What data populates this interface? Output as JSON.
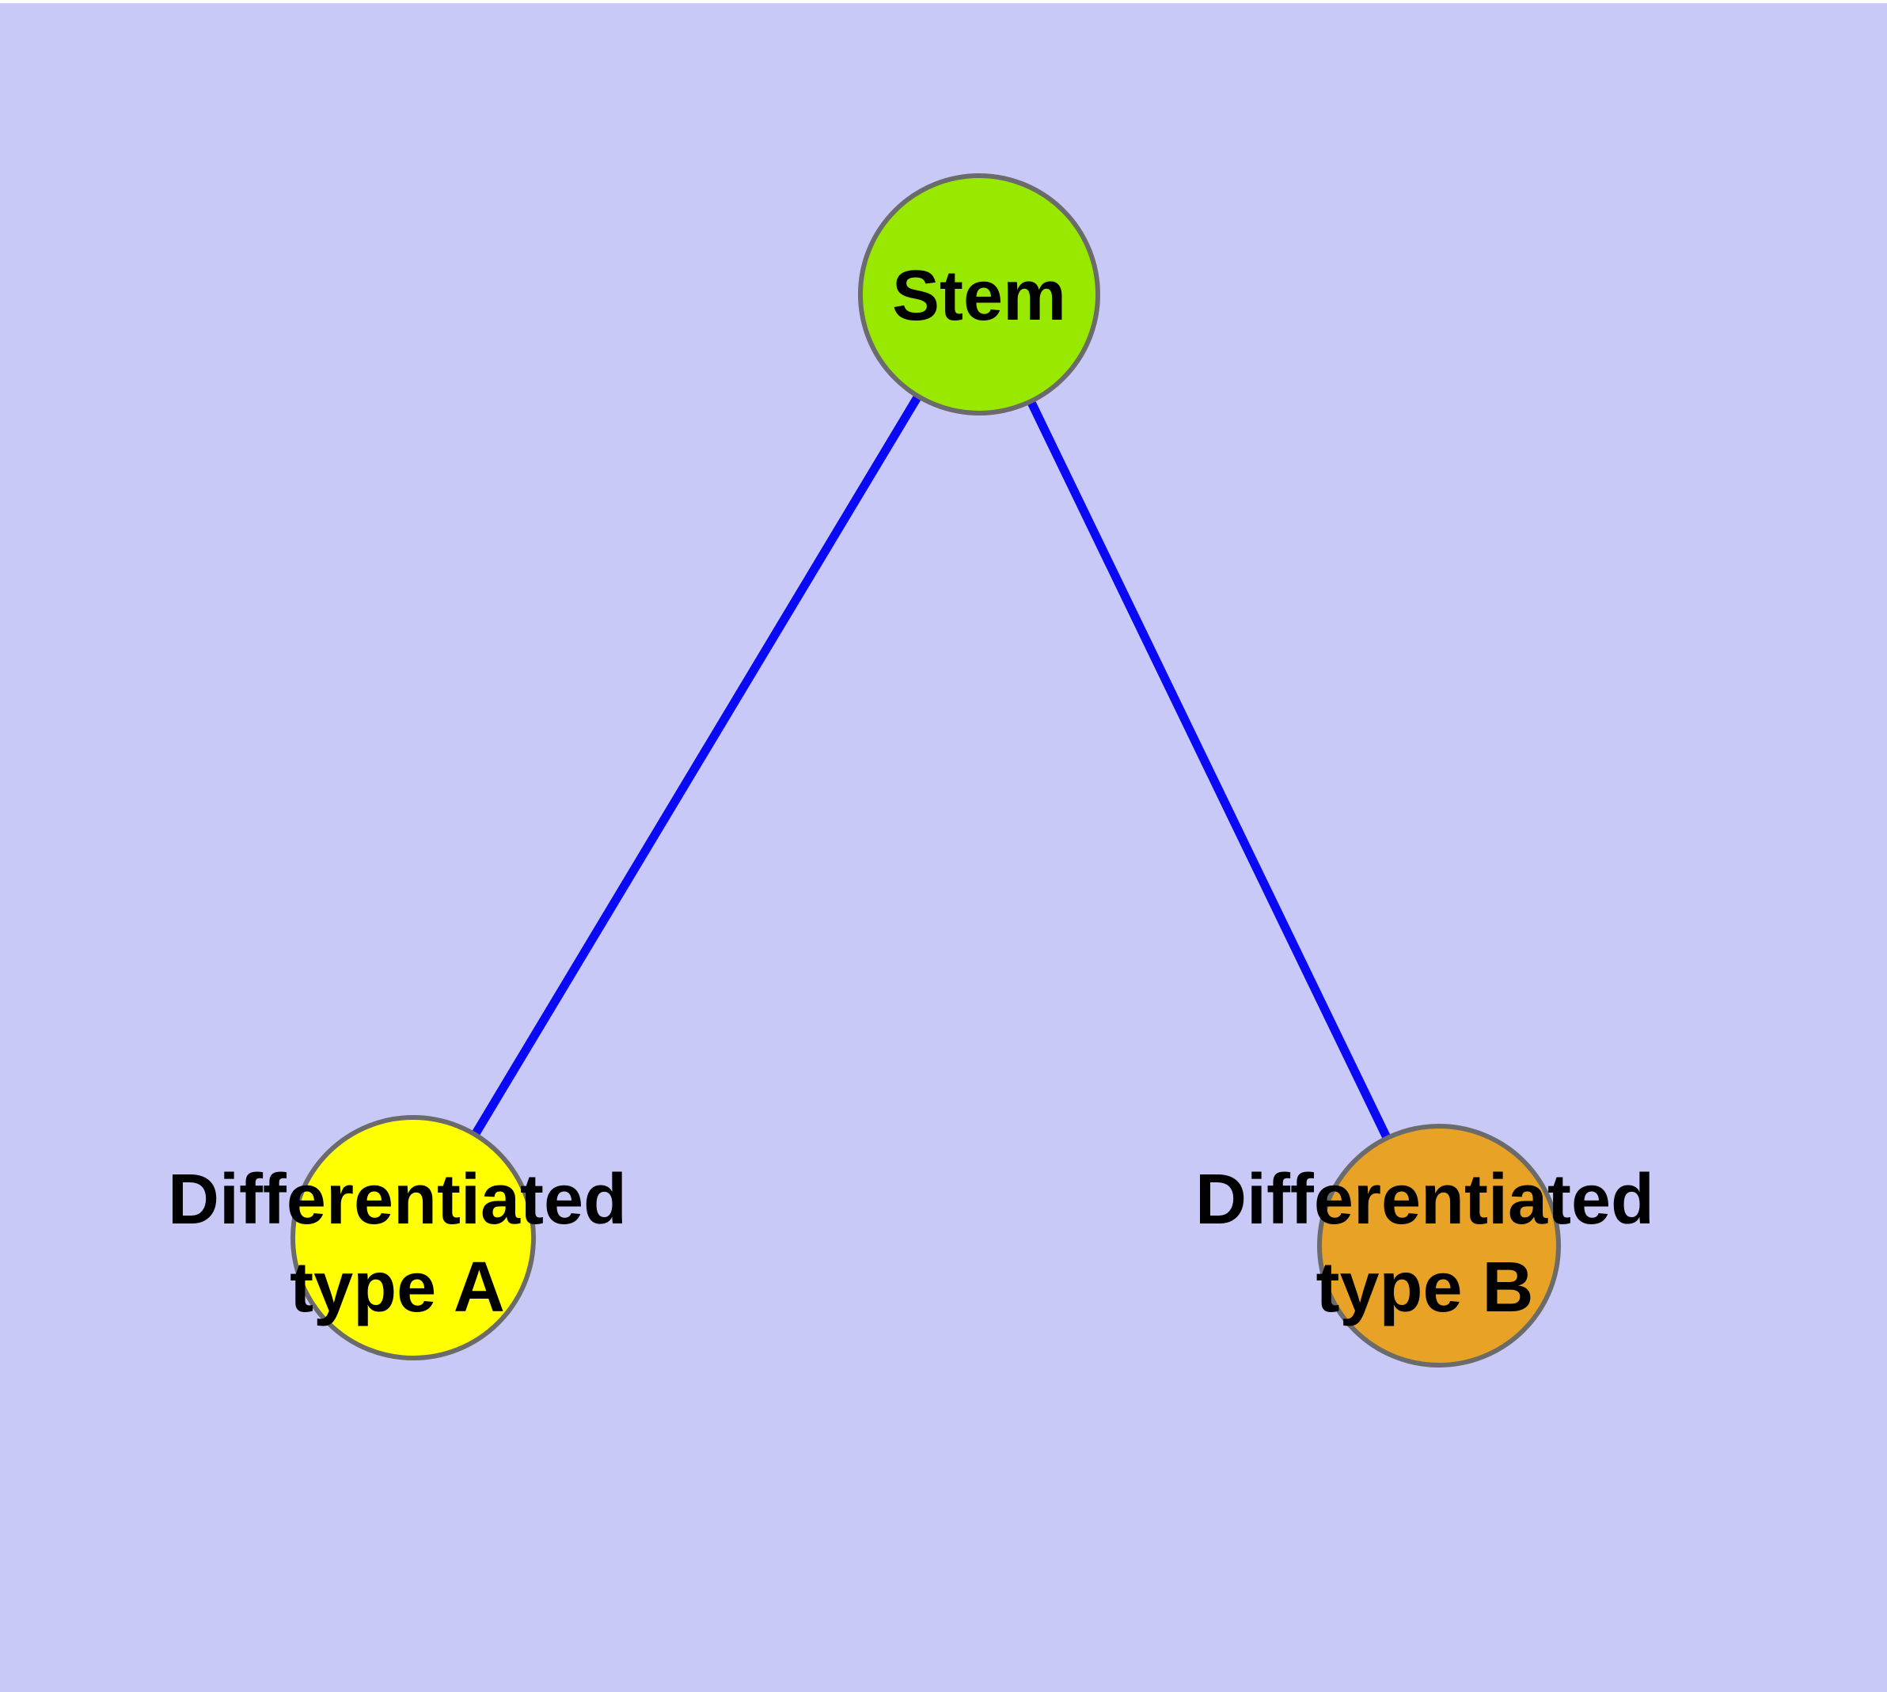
{
  "diagram": {
    "background_color": "#C9C9F7",
    "top_strip_color": "#FFFFFF",
    "edge_color": "#0909F6",
    "node_border_color": "#6B6B6B",
    "label_text_color": "#000000"
  },
  "nodes": {
    "stem": {
      "label": "Stem",
      "fill": "#98E800"
    },
    "type_a": {
      "label_line1": "Differentiated",
      "label_line2": "type A",
      "fill": "#FFFF00"
    },
    "type_b": {
      "label_line1": "Differentiated",
      "label_line2": "type B",
      "fill": "#E8A225"
    }
  },
  "edges": [
    {
      "from": "Stem",
      "to": "Differentiated type A"
    },
    {
      "from": "Stem",
      "to": "Differentiated type B"
    }
  ]
}
